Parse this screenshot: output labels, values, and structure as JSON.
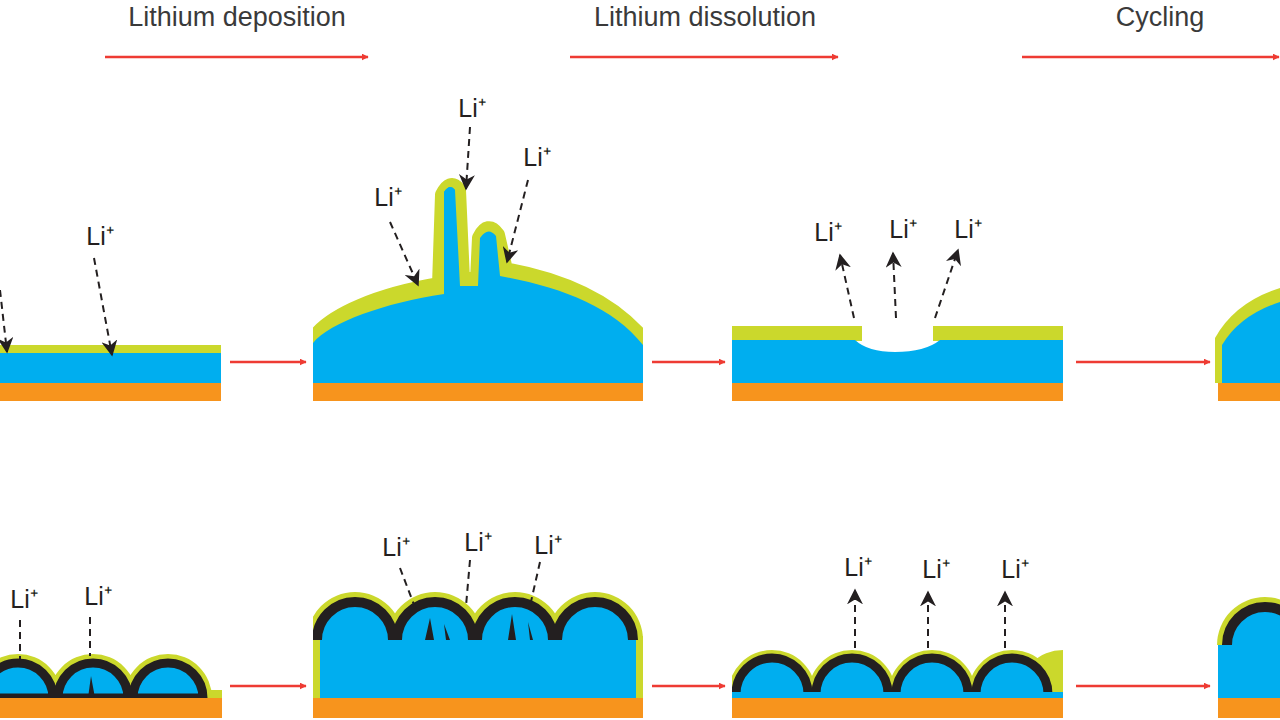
{
  "diagram": {
    "labels": [
      "Lithium deposition",
      "Lithium dissolution",
      "Cycling",
      "Li⁺",
      "Li⁺",
      "Li⁺",
      "Li⁺",
      "Li⁺",
      "Li⁺",
      "Li⁺",
      "Li⁺",
      "Li⁺",
      "Li⁺",
      "Li⁺",
      "Li⁺",
      "Li⁺",
      "Li⁺",
      "Li⁺"
    ]
  }
}
